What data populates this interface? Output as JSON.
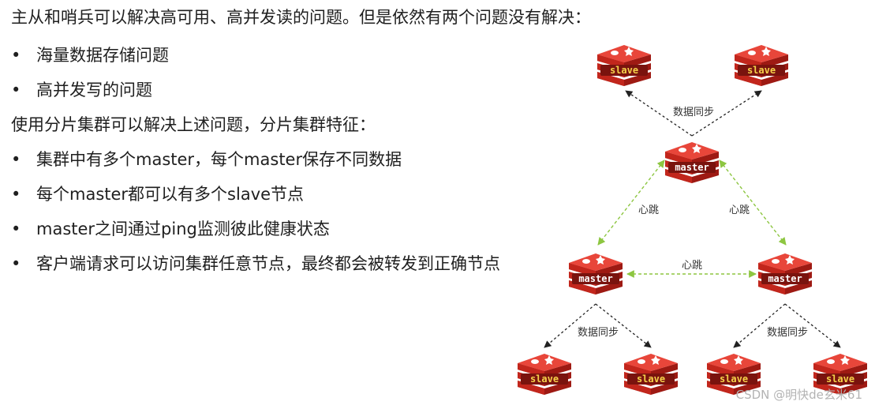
{
  "text": {
    "intro": "主从和哨兵可以解决高可用、高并发读的问题。但是依然有两个问题没有解决：",
    "problems": [
      "海量数据存储问题",
      "高并发写的问题"
    ],
    "solution_intro": "使用分片集群可以解决上述问题，分片集群特征：",
    "features": [
      "集群中有多个master，每个master保存不同数据",
      "每个master都可以有多个slave节点",
      "master之间通过ping监测彼此健康状态",
      "客户端请求可以访问集群任意节点，最终都会被转发到正确节点"
    ],
    "bullet": "•"
  },
  "diagram": {
    "nodes": [
      {
        "id": "slave-top-left",
        "label": "slave",
        "role": "slave"
      },
      {
        "id": "slave-top-right",
        "label": "slave",
        "role": "slave"
      },
      {
        "id": "master-top",
        "label": "master",
        "role": "master"
      },
      {
        "id": "master-left",
        "label": "master",
        "role": "master"
      },
      {
        "id": "master-right",
        "label": "master",
        "role": "master"
      },
      {
        "id": "slave-bottom-1",
        "label": "slave",
        "role": "slave"
      },
      {
        "id": "slave-bottom-2",
        "label": "slave",
        "role": "slave"
      },
      {
        "id": "slave-bottom-3",
        "label": "slave",
        "role": "slave"
      },
      {
        "id": "slave-bottom-4",
        "label": "slave",
        "role": "slave"
      }
    ],
    "edge_labels": {
      "sync_top": "数据同步",
      "heartbeat_left": "心跳",
      "heartbeat_right": "心跳",
      "heartbeat_middle": "心跳",
      "sync_bottom_left": "数据同步",
      "sync_bottom_right": "数据同步"
    },
    "colors": {
      "cube_top": "#e8463a",
      "cube_front": "#c2261c",
      "cube_side": "#9e1a13",
      "master_label": "#ffffff",
      "slave_label": "#f6d24a",
      "sync_arrow": "#222222",
      "heartbeat_arrow": "#8dc641"
    }
  },
  "watermark": "CSDN @明快de玄米61"
}
